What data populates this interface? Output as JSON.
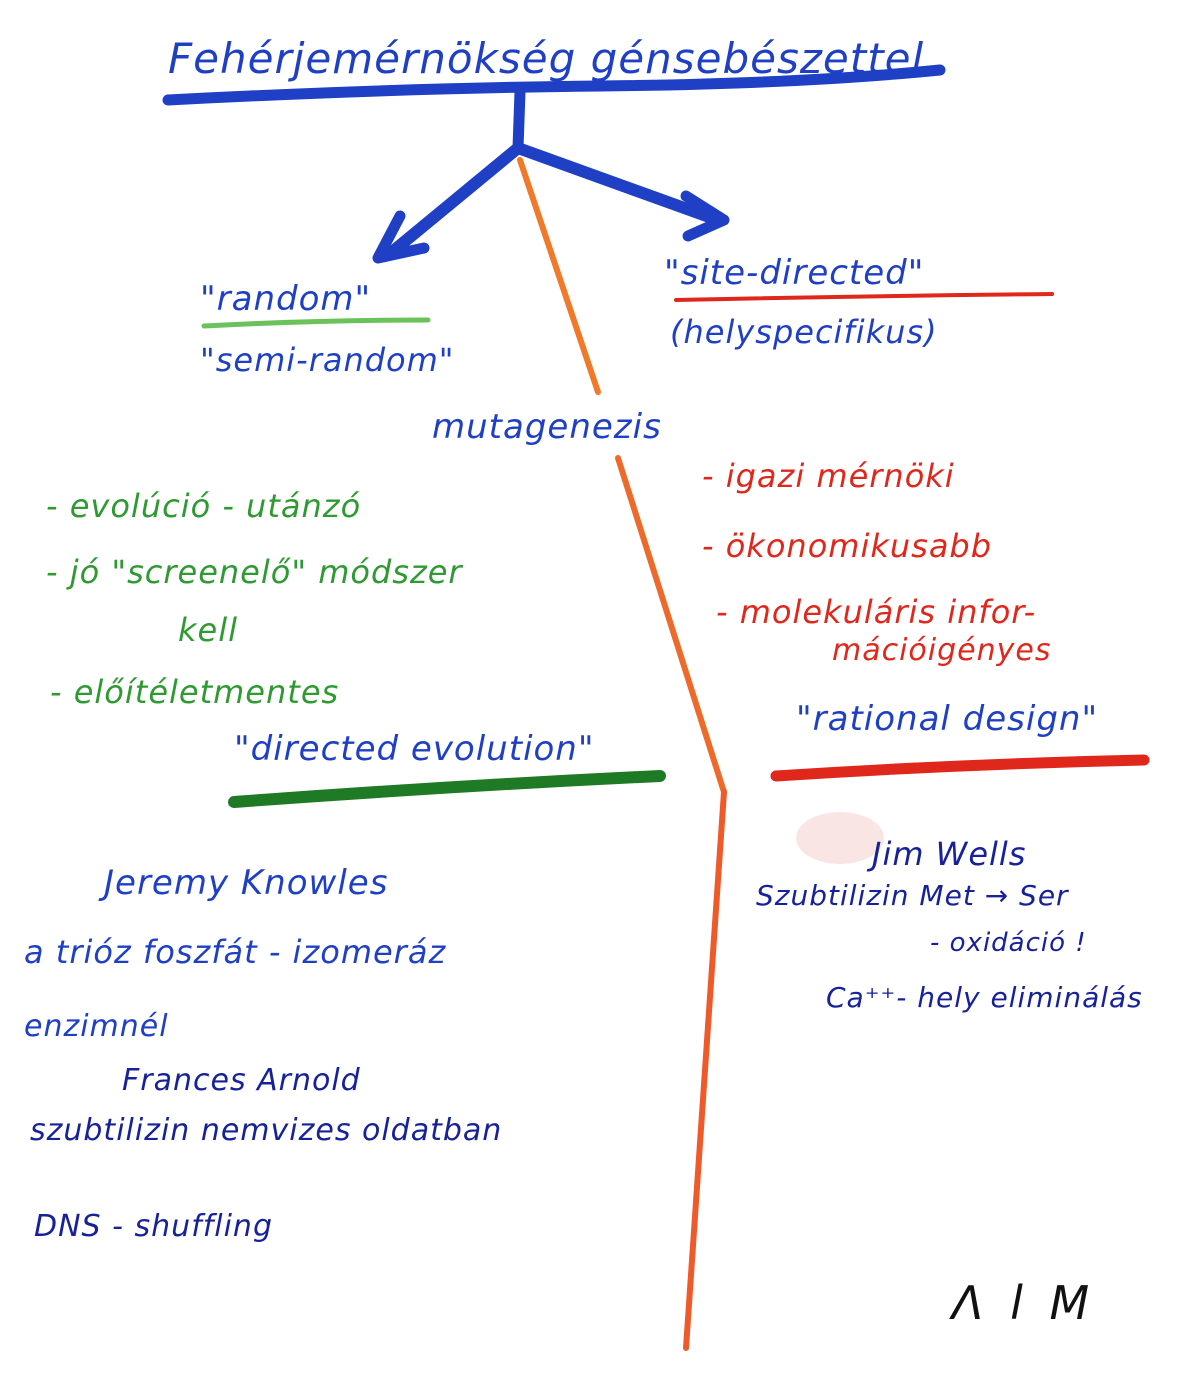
{
  "title": "Fehérjemérnökség génsebészettel",
  "left_branch": {
    "label": "\"random\"",
    "sub_label": "\"semi-random\""
  },
  "right_branch": {
    "label": "\"site-directed\"",
    "sub_label": "(helyspecifikus)"
  },
  "center_label": "mutagenezis",
  "left_points": [
    "- evolúció - utánzó",
    "- jó \"screenelő\" módszer",
    "kell",
    "- előítéletmentes"
  ],
  "left_summary": "\"directed evolution\"",
  "right_points": [
    "- igazi mérnöki",
    "- ökonomikusabb",
    "- molekuláris infor-",
    "mációigényes"
  ],
  "right_summary": "\"rational design\"",
  "left_examples": [
    "Jeremy Knowles",
    "a trióz foszfát - izomeráz",
    "enzimnél",
    "Frances Arnold",
    "szubtilizin nemvizes oldatban",
    "DNS - shuffling"
  ],
  "right_examples": [
    "Jim Wells",
    "Szubtilizin Met → Ser",
    "- oxidáció !",
    "Ca⁺⁺- hely eliminálás"
  ],
  "signature": "Λ l M",
  "colors": {
    "blue": "#1f3fc4",
    "green": "#2f9a32",
    "dark_green": "#1f7a26",
    "red": "#e0271c",
    "orange": "#f07a2a"
  }
}
